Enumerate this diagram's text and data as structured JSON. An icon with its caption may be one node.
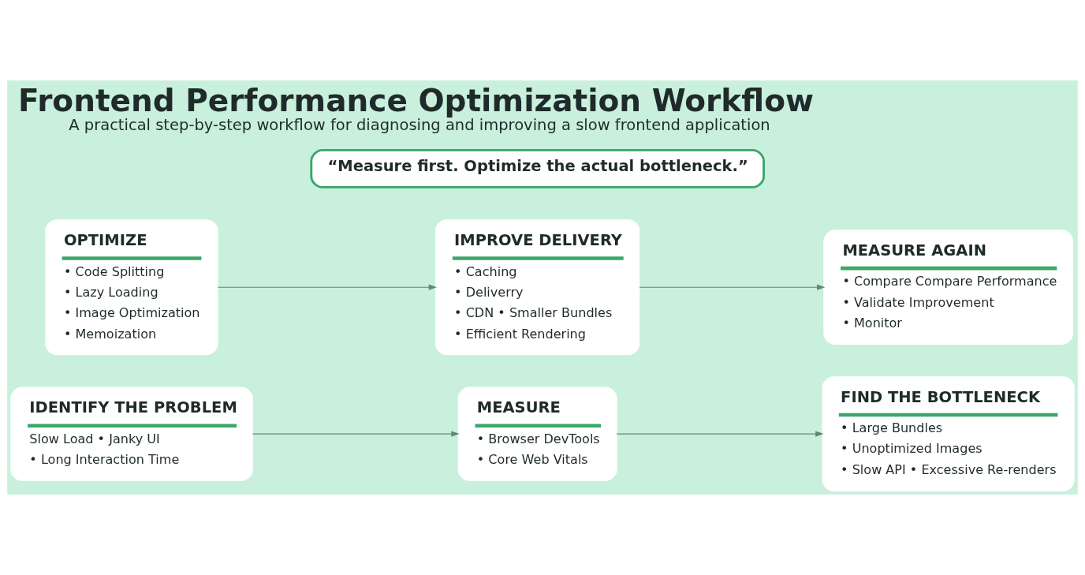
{
  "diagram": {
    "title": "Frontend Performance Optimization Workflow",
    "caption": "A practical step-by-step workflow for diagnosing and improving a slow frontend application",
    "nodes": [
      {
        "text": [
          "IDENTIFY THE PROBLEM",
          "Slow Load • Janky UI",
          "• Long Interaction Time"
        ]
      },
      {
        "text": [
          "MEASURE",
          "• Browser DevTools",
          "• Core Web Vitals"
        ]
      },
      {
        "text": [
          "FIND THE BOTTLENECK",
          "• Large Bundles",
          "• Unoptimized Images",
          "• Slow API • Excessive Re-renders"
        ]
      },
      {
        "text": [
          "OPTIMIZE",
          "• Code Splitting",
          "• Lazy Loading",
          "• Image Optimization",
          "• Memoization"
        ]
      },
      {
        "text": [
          "IMPROVE DELIVERY",
          "• Caching",
          "• Deliverry",
          "• CDN • Smaller Bundles",
          "• Efficient Rendering"
        ]
      },
      {
        "text": [
          "MEASURE AGAIN",
          "• Compare Compare Performance",
          "• Validate Improvement",
          "• Monitor"
        ]
      },
      {
        "text": [
          "“Measure first. Optimize the actual bottleneck.”"
        ]
      }
    ],
    "edges": [
      {
        "from": 0,
        "to": 1,
        "arrow": "to"
      },
      {
        "from": 1,
        "to": 2,
        "arrow": "to"
      },
      {
        "from": 3,
        "to": 4,
        "arrow": "to"
      },
      {
        "from": 4,
        "to": 5,
        "arrow": "to"
      }
    ]
  }
}
